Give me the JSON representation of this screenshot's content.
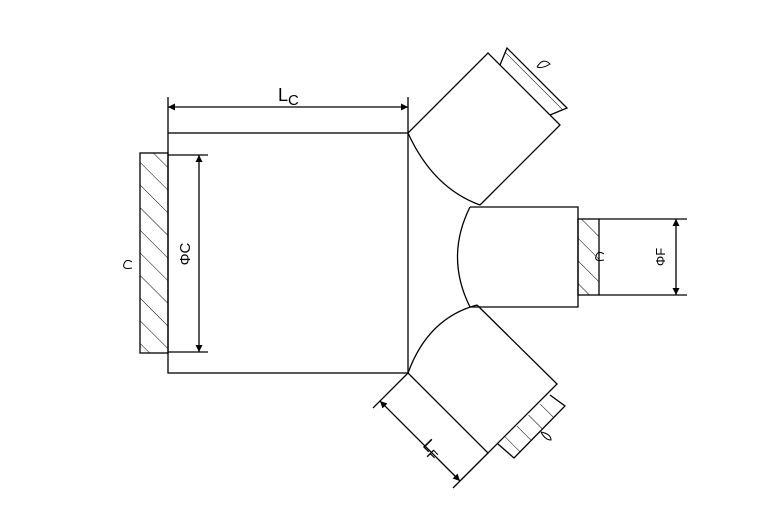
{
  "labels": {
    "lc_main": "L",
    "lc_sub": "C",
    "phi_c": "ΦC",
    "phi_f": "ΦF",
    "lf_main": "L",
    "lf_sub": "F"
  },
  "colors": {
    "stroke": "#000000",
    "background": "#ffffff"
  }
}
